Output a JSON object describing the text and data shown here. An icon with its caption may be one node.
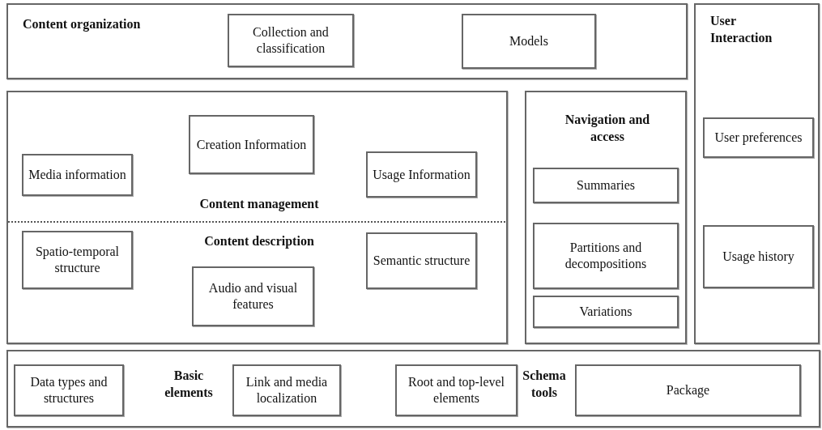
{
  "diagram": {
    "nodes": [
      {
        "text": [
          "Content organization"
        ]
      },
      {
        "text": [
          "Collection and classification"
        ],
        "in": 0
      },
      {
        "text": [
          "Models"
        ],
        "in": 0
      },
      {
        "text": [
          "User Interaction"
        ]
      },
      {
        "text": [
          "User preferences"
        ],
        "in": 3
      },
      {
        "text": [
          "Usage history"
        ],
        "in": 3
      },
      {
        "text": [
          "Content management",
          "Content description"
        ]
      },
      {
        "text": [
          "Creation Information"
        ],
        "in": 6
      },
      {
        "text": [
          "Media information"
        ],
        "in": 6
      },
      {
        "text": [
          "Usage Information"
        ],
        "in": 6
      },
      {
        "text": [
          "Spatio-temporal structure"
        ],
        "in": 6
      },
      {
        "text": [
          "Semantic structure"
        ],
        "in": 6
      },
      {
        "text": [
          "Audio and visual features"
        ],
        "in": 6
      },
      {
        "text": [
          "Navigation and access"
        ]
      },
      {
        "text": [
          "Summaries"
        ],
        "in": 13
      },
      {
        "text": [
          "Partitions and decompositions"
        ],
        "in": 13
      },
      {
        "text": [
          "Variations"
        ],
        "in": 13
      },
      {
        "text": [
          "Basic elements",
          "Schema tools"
        ]
      },
      {
        "text": [
          "Data types and structures"
        ],
        "in": 17
      },
      {
        "text": [
          "Link and media localization"
        ],
        "in": 17
      },
      {
        "text": [
          "Root and top-level elements"
        ],
        "in": 17
      },
      {
        "text": [
          "Package"
        ],
        "in": 17
      }
    ]
  }
}
